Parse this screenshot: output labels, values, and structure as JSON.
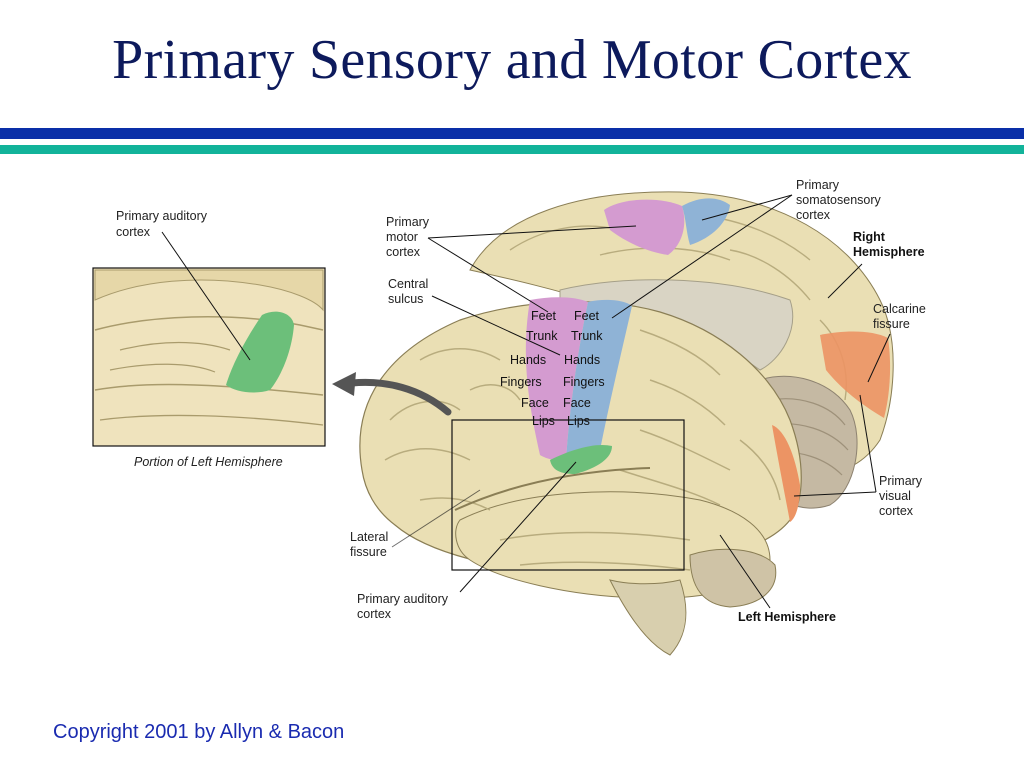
{
  "slide": {
    "title": "Primary Sensory and Motor Cortex",
    "footer": "Copyright 2001 by Allyn & Bacon"
  },
  "colors": {
    "title": "#0d1a5c",
    "rule_blue": "#0a2fa8",
    "rule_teal": "#12b39a",
    "footer": "#1a2bb0",
    "brain": "#eadfb4",
    "motor_cortex": "#d49bd0",
    "somatosensory_cortex": "#8fb3d6",
    "auditory_cortex": "#6cbf7a",
    "visual_cortex": "#ec9464"
  },
  "inset": {
    "label_line1": "Primary auditory",
    "label_line2": "cortex",
    "caption": "Portion of Left Hemisphere"
  },
  "labels": {
    "motor_line1": "Primary",
    "motor_line2": "motor",
    "motor_line3": "cortex",
    "central_line1": "Central",
    "central_line2": "sulcus",
    "soma_line1": "Primary",
    "soma_line2": "somatosensory",
    "soma_line3": "cortex",
    "right_hemi_line1": "Right",
    "right_hemi_line2": "Hemisphere",
    "calcarine_line1": "Calcarine",
    "calcarine_line2": "fissure",
    "visual_line1": "Primary",
    "visual_line2": "visual",
    "visual_line3": "cortex",
    "lateral_line1": "Lateral",
    "lateral_line2": "fissure",
    "auditory_line1": "Primary auditory",
    "auditory_line2": "cortex",
    "left_hemi": "Left Hemisphere"
  },
  "body_map": {
    "motor": [
      "Feet",
      "Trunk",
      "Hands",
      "Fingers",
      "Face",
      "Lips"
    ],
    "sensory": [
      "Feet",
      "Trunk",
      "Hands",
      "Fingers",
      "Face",
      "Lips"
    ]
  }
}
